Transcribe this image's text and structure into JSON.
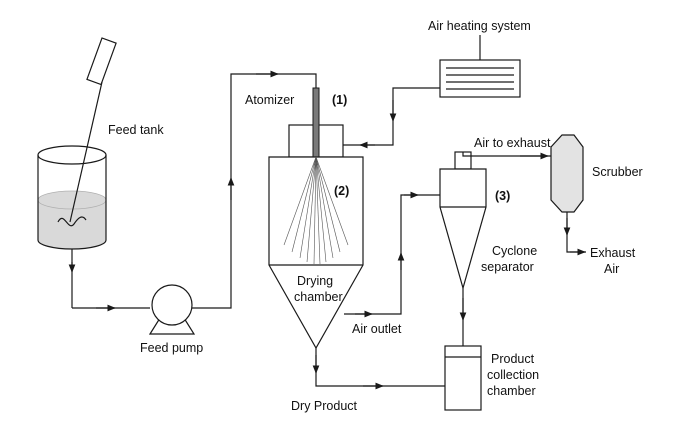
{
  "labels": {
    "feed_tank": "Feed tank",
    "feed_pump": "Feed pump",
    "atomizer": "Atomizer",
    "air_heating_system": "Air heating system",
    "drying_chamber_line1": "Drying",
    "drying_chamber_line2": "chamber",
    "air_outlet": "Air outlet",
    "dry_product": "Dry Product",
    "air_to_exhaust": "Air to exhaust",
    "scrubber": "Scrubber",
    "exhaust_line1": "Exhaust",
    "exhaust_line2": "Air",
    "cyclone_line1": "Cyclone",
    "cyclone_line2": "separator",
    "product_line1": "Product",
    "product_line2": "collection",
    "product_line3": "chamber"
  },
  "markers": {
    "atomizer": "(1)",
    "drying_chamber": "(2)",
    "cyclone": "(3)"
  },
  "colors": {
    "line": "#1a1a1a",
    "feed_liquid": "#d9d9d9",
    "scrubber_fill": "#e3e3e3",
    "atomizer_rod": "#7a7a7a"
  }
}
